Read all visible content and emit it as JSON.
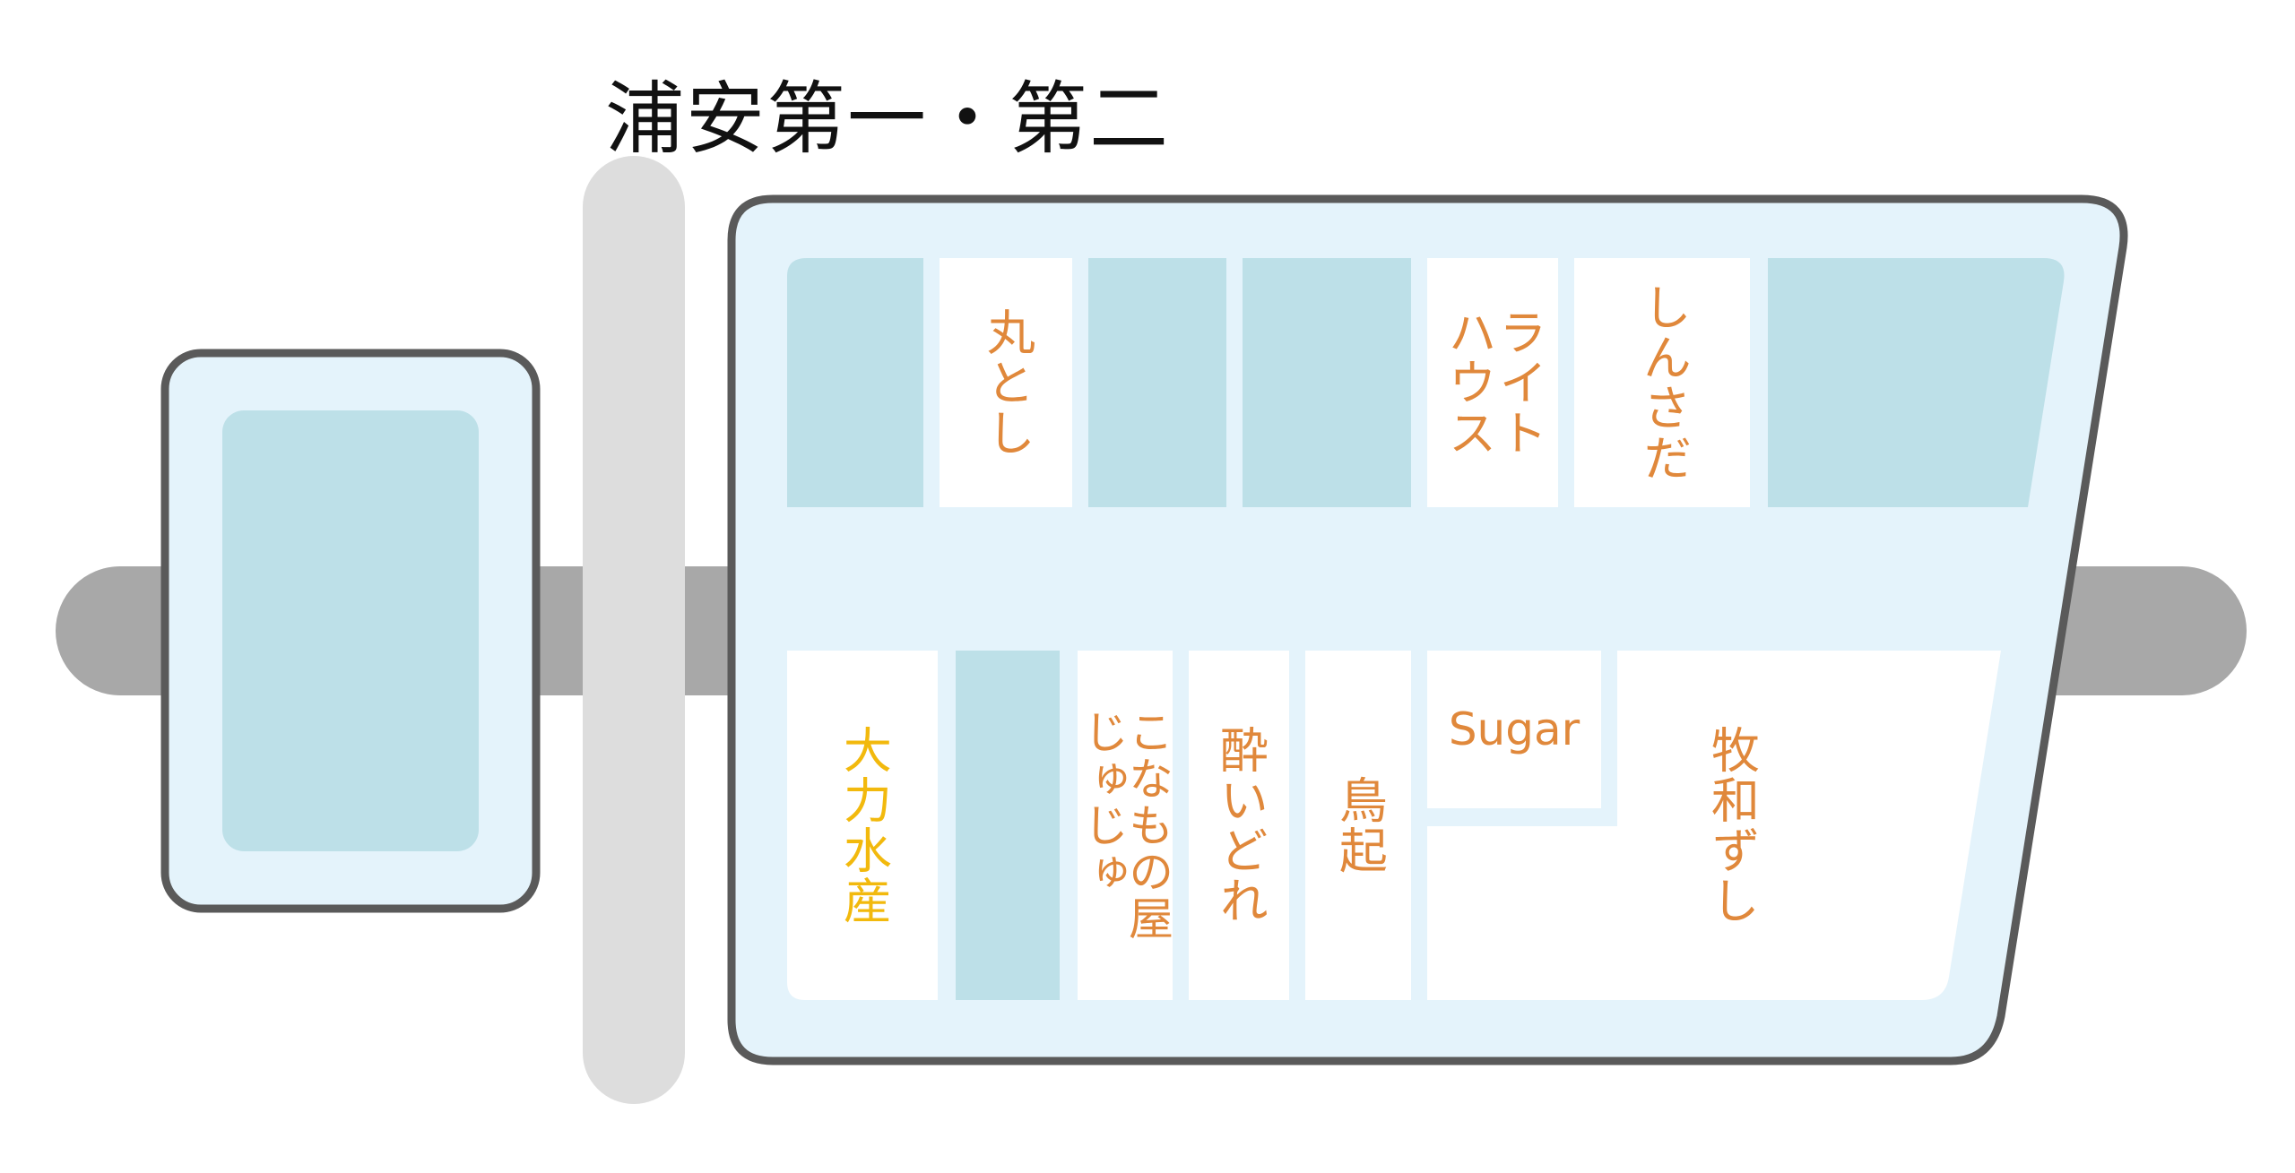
{
  "title": "浦安第一・第二",
  "colors": {
    "outline": "#5a5a5a",
    "building_fill": "#e4f3fb",
    "vacant_fill": "#bde0e8",
    "shop_fill": "#ffffff",
    "road_main": "#a8a8a8",
    "road_side": "#dddddd",
    "shop_label": "#e0883b",
    "shop_label_highlight": "#f2b90d"
  },
  "shops": {
    "marutoshi": "丸とし",
    "lighthouse": "ライト\nハウス",
    "shinsada": "しんさだ",
    "ooriki": "大力水産",
    "konamonoya": "こなもの屋\nじゅじゅ",
    "yoidore": "酔いどれ",
    "torioki": "鳥起",
    "sugar": "Sugar",
    "makiwazushi": "牧和ずし"
  }
}
